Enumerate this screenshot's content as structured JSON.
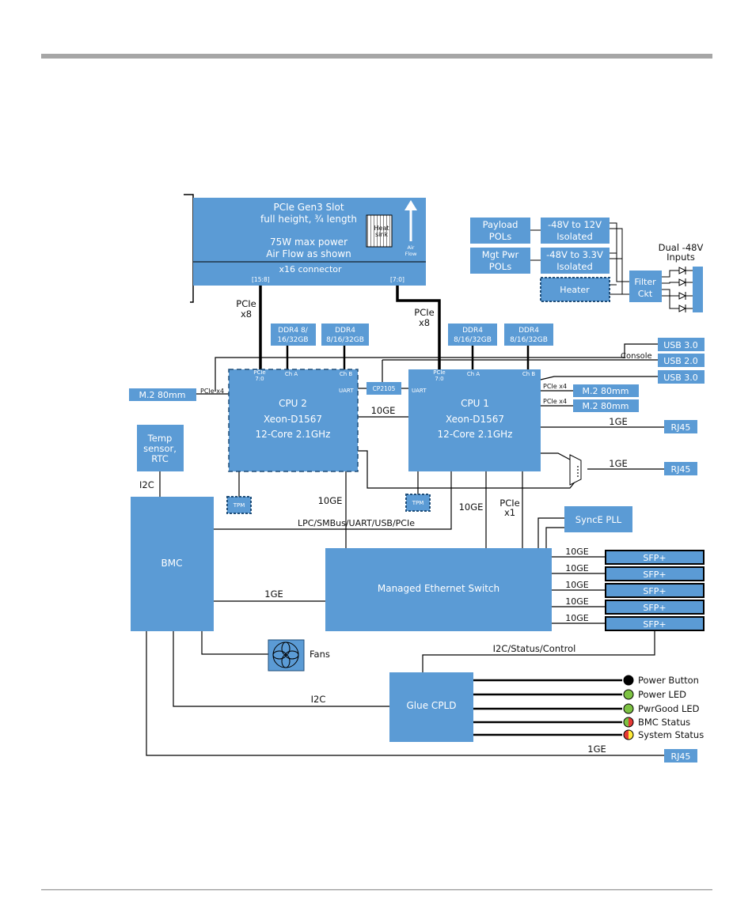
{
  "pcie_slot": {
    "title": "PCIe Gen3 Slot",
    "size": "full height, ¾ length",
    "power": "75W max power",
    "airflow": "Air Flow as shown",
    "connector": "x16 connector",
    "lane_left": "[15:8]",
    "lane_right": "[7:0]",
    "heatsink_1": "Heat",
    "heatsink_2": "sink",
    "airflow_1": "Air",
    "airflow_2": "Flow"
  },
  "links": {
    "pcie_cpu2_1": "PCIe",
    "pcie_cpu2_2": "x8",
    "pcie_cpu1_1": "PCIe",
    "pcie_cpu1_2": "x8",
    "cpu_interconnect": "10GE",
    "cpu2_switch": "10GE",
    "cpu1_switch": "10GE",
    "cpu1_pcie_1": "PCIe",
    "cpu1_pcie_2": "x1",
    "bmc_bus": "LPC/SMBus/UART/USB/PCIe",
    "bmc_switch": "1GE",
    "i2c_temp": "I2C",
    "i2c_cpld": "I2C",
    "cpld_ctrl": "I2C/Status/Control",
    "console": "Console",
    "rj45_1": "1GE",
    "rj45_2": "1GE",
    "rj45_3": "1GE",
    "m2_cpu2": "PCIe x4",
    "m2_cpu1_a": "PCIe x4",
    "m2_cpu1_b": "PCIe x4",
    "sfp_labels": [
      "10GE",
      "10GE",
      "10GE",
      "10GE",
      "10GE"
    ]
  },
  "ddr": {
    "cpu2_a_1": "DDR4 8/",
    "cpu2_a_2": "16/32GB",
    "cpu2_b_1": "DDR4",
    "cpu2_b_2": "8/16/32GB",
    "cpu1_a_1": "DDR4",
    "cpu1_a_2": "8/16/32GB",
    "cpu1_b_1": "DDR4",
    "cpu1_b_2": "8/16/32GB"
  },
  "cpu2": {
    "name": "CPU 2",
    "model": "Xeon-D1567",
    "spec": "12-Core 2.1GHz",
    "pin_pcie_1": "PCIe",
    "pin_pcie_2": "7:0",
    "pin_cha": "Ch A",
    "pin_chb": "Ch B",
    "pin_uart": "UART"
  },
  "cpu1": {
    "name": "CPU 1",
    "model": "Xeon-D1567",
    "spec": "12-Core 2.1GHz",
    "pin_pcie_1": "PCIe",
    "pin_pcie_2": "7:0",
    "pin_cha": "Ch A",
    "pin_chb": "Ch B",
    "pin_uart": "UART"
  },
  "blocks": {
    "m2_left": "M.2 80mm",
    "m2_right_1": "M.2 80mm",
    "m2_right_2": "M.2 80mm",
    "temp_1": "Temp",
    "temp_2": "sensor,",
    "temp_3": "RTC",
    "tpm_1": "TPM",
    "tpm_2": "TPM",
    "cp2105": "CP2105",
    "usb_1": "USB 3.0",
    "usb_2": "USB 2.0",
    "usb_3": "USB 3.0",
    "rj45_1": "RJ45",
    "rj45_2": "RJ45",
    "rj45_3": "RJ45",
    "bmc": "BMC",
    "switch": "Managed Ethernet Switch",
    "synce": "SyncE PLL",
    "sfp": [
      "SFP+",
      "SFP+",
      "SFP+",
      "SFP+",
      "SFP+"
    ],
    "fans": "Fans",
    "cpld": "Glue CPLD"
  },
  "power": {
    "payload_1": "Payload",
    "payload_2": "POLs",
    "mgt_1": "Mgt Pwr",
    "mgt_2": "POLs",
    "conv12_1": "-48V to 12V",
    "conv12_2": "Isolated",
    "conv33_1": "-48V to 3.3V",
    "conv33_2": "Isolated",
    "heater": "Heater",
    "filter_1": "Filter",
    "filter_2": "Ckt",
    "inputs_1": "Dual -48V",
    "inputs_2": "Inputs"
  },
  "indicators": [
    {
      "label": "Power Button",
      "color": "#000000"
    },
    {
      "label": "Power LED",
      "color": "#7dc243"
    },
    {
      "label": "PwrGood LED",
      "color": "#7dc243"
    },
    {
      "label": "BMC Status",
      "color_a": "#7dc243",
      "color_b": "#e53935"
    },
    {
      "label": "System Status",
      "color_a": "#e53935",
      "color_b": "#ffeb3b"
    }
  ]
}
